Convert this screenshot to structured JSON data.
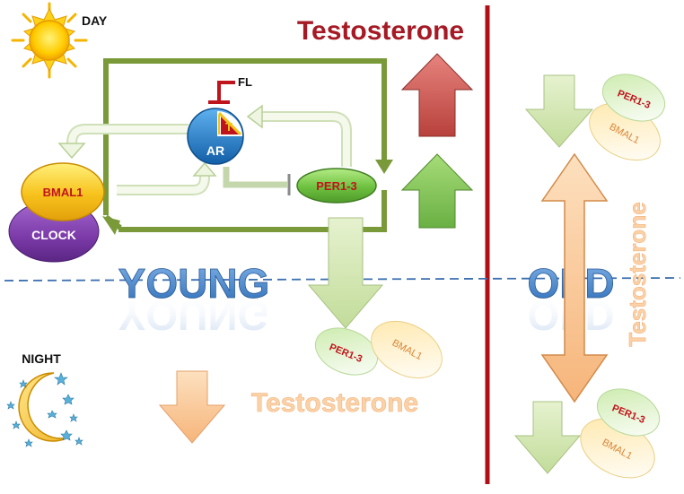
{
  "labels": {
    "day": "DAY",
    "night": "NIGHT",
    "testosterone_top": "Testosterone",
    "testosterone_bottom": "Testosterone",
    "testosterone_vertical": "Testosterone",
    "fl": "FL",
    "t": "T",
    "ar": "AR",
    "bmal1": "BMAL1",
    "clock": "CLOCK",
    "per13": "PER1-3",
    "young": "YOUNG",
    "old": "OLD",
    "per13_young_night": "PER1-3",
    "bmal1_young_night": "BMAL1",
    "per13_old_top": "PER1-3",
    "bmal1_old_top": "BMAL1",
    "per13_old_bottom": "PER1-3",
    "bmal1_old_bottom": "BMAL1"
  },
  "colors": {
    "title_red": "#a51a24",
    "divider_red": "#b01015",
    "loop_green": "#7a9a3a",
    "pale_green": "#d4e6b5",
    "orange_pale": "#f9c99c",
    "bmal1_yellow": "#f6c21a",
    "clock_purple": "#7b3aa8",
    "per_green": "#6dc03f",
    "ar_blue": "#1f7fcf",
    "up_red": "#c9504c",
    "up_green": "#8cc85a",
    "dash_blue": "#3b6fb0"
  }
}
